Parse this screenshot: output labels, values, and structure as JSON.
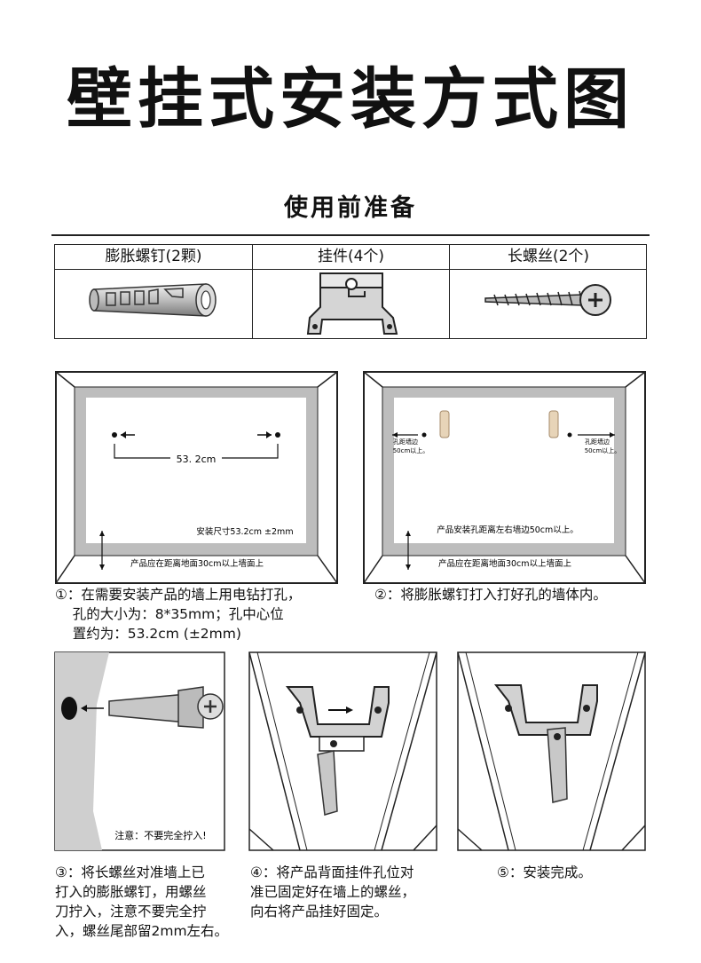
{
  "title": "壁挂式安装方式图",
  "subtitle": "使用前准备",
  "parts": [
    {
      "label": "膨胀螺钉(2颗)",
      "icon": "expansion-anchor-icon"
    },
    {
      "label": "挂件(4个)",
      "icon": "hanger-bracket-icon"
    },
    {
      "label": "长螺丝(2个)",
      "icon": "long-screw-icon"
    }
  ],
  "diagram1": {
    "distance": "53. 2cm",
    "size_note": "安装尺寸53.2cm  ±2mm",
    "floor_note": "产品应在距离地面30cm以上墙面上"
  },
  "diagram2": {
    "left_hole": "孔距墙边",
    "left_hole_sub": "50cm以上。",
    "right_hole": "孔距墙边",
    "right_hole_sub": "50cm以上。",
    "hole_note": "产品安装孔距离左右墙边50cm以上。",
    "floor_note": "产品应在距离地面30cm以上墙面上"
  },
  "diagram3": {
    "note": "注意：不要完全拧入!"
  },
  "steps": [
    {
      "lines": [
        "①：在需要安装产品的墙上用电钻打孔，",
        "    孔的大小为：8*35mm；孔中心位",
        "    置约为：53.2cm (±2mm)"
      ]
    },
    {
      "lines": [
        "②：将膨胀螺钉打入打好孔的墙体内。"
      ]
    },
    {
      "lines": [
        "③：将长螺丝对准墙上已",
        "打入的膨胀螺钉，用螺丝",
        "刀拧入，注意不要完全拧",
        "入，螺丝尾部留2mm左右。"
      ]
    },
    {
      "lines": [
        "④：将产品背面挂件孔位对",
        "准已固定好在墙上的螺丝，",
        "向右将产品挂好固定。"
      ]
    },
    {
      "lines": [
        "⑤：安装完成。"
      ]
    }
  ]
}
